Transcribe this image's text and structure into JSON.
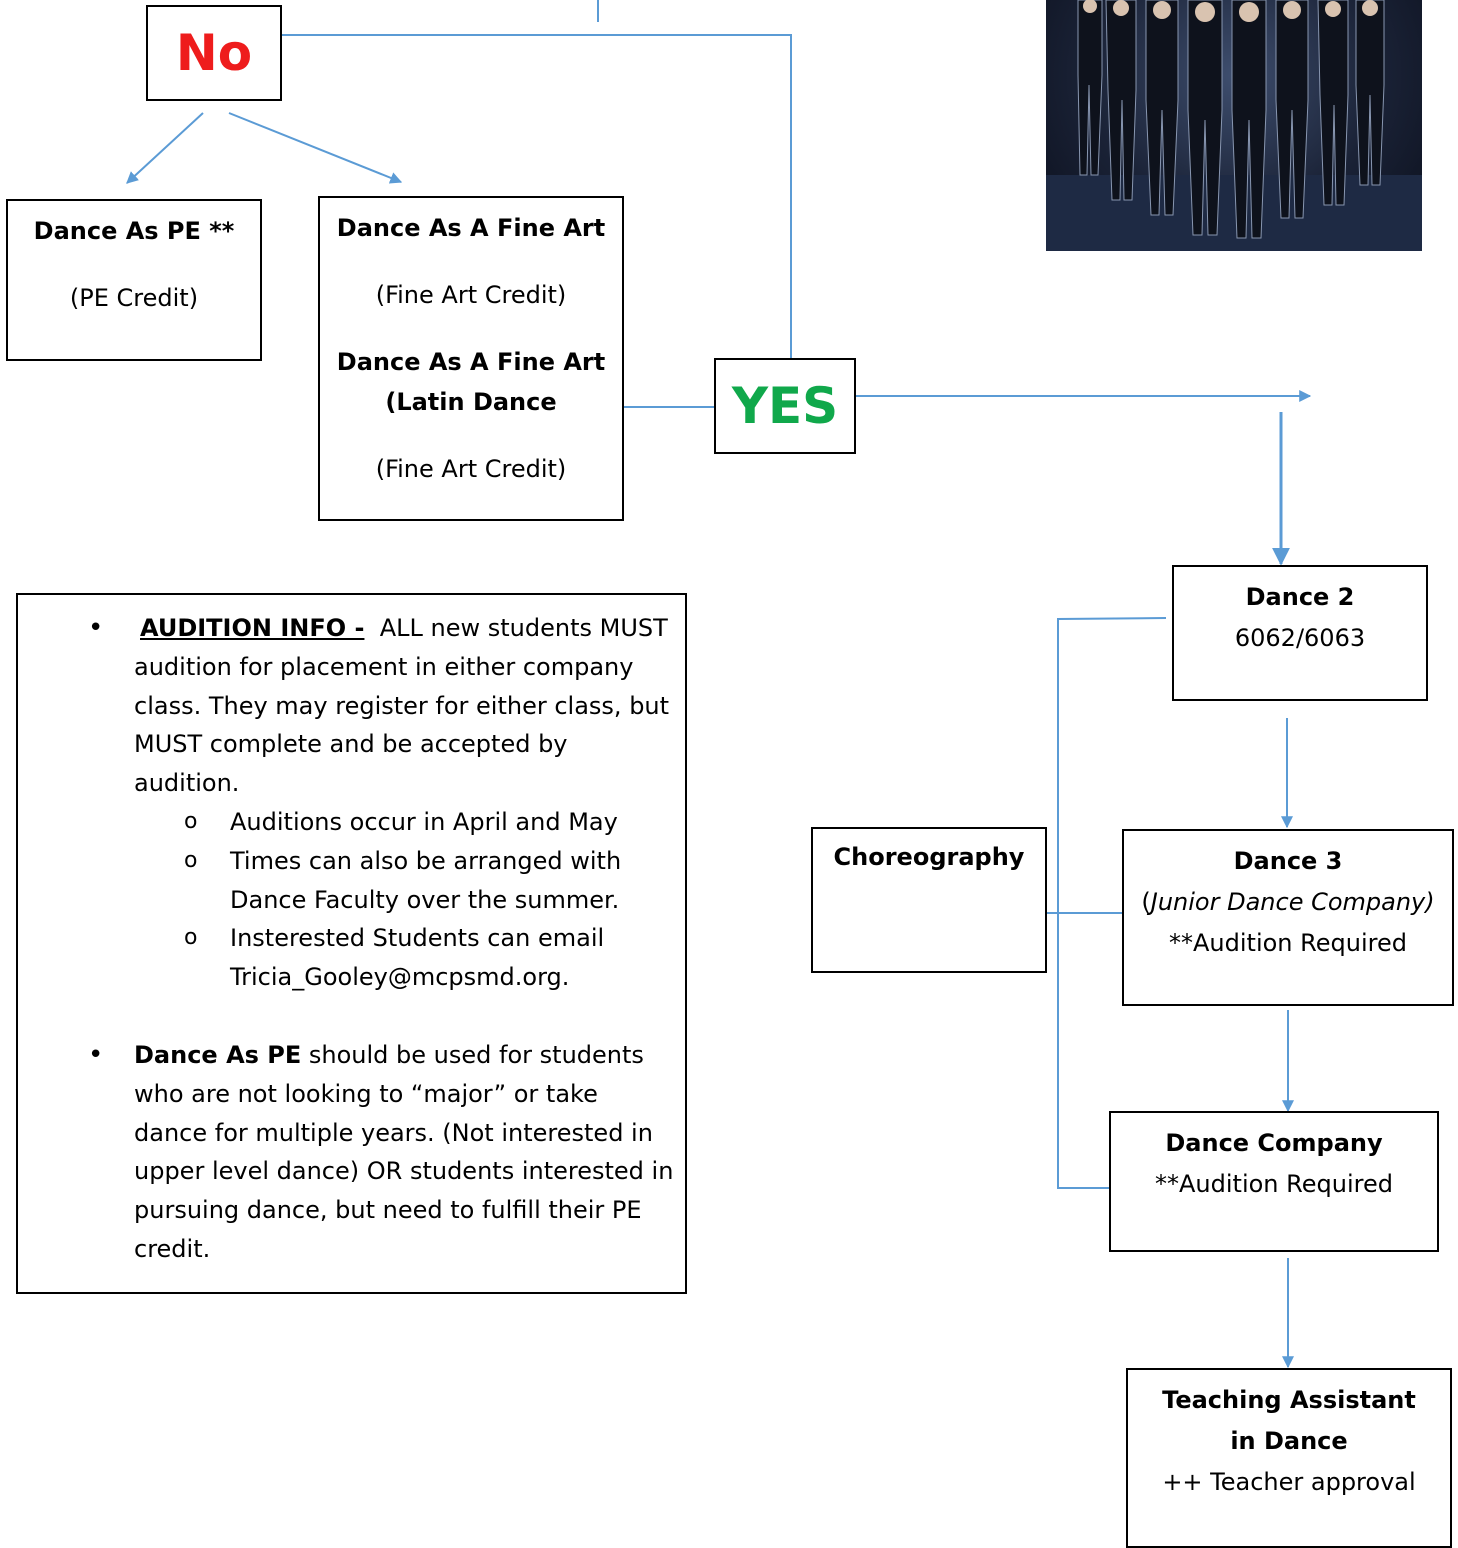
{
  "decision": {
    "no": "No",
    "yes": "YES"
  },
  "colors": {
    "no": "#ee1c1c",
    "yes": "#10a84b",
    "connector": "#5b9bd5"
  },
  "courses": {
    "dance_as_pe": {
      "title": "Dance As PE **",
      "credit": "(PE Credit)"
    },
    "fine_art": {
      "title": "Dance As A Fine Art",
      "credit": "(Fine Art Credit)",
      "latin_title_1": "Dance As A Fine Art",
      "latin_title_2": "(Latin Dance",
      "latin_credit": "(Fine Art Credit)"
    },
    "dance2": {
      "title": "Dance 2",
      "code": "6062/6063"
    },
    "choreography": {
      "title": "Choreography"
    },
    "dance3": {
      "title": "Dance 3",
      "subtitle_paren_open": "(",
      "subtitle": "Junior Dance Company)",
      "note": "**Audition Required"
    },
    "company": {
      "title": "Dance Company",
      "note": "**Audition Required"
    },
    "ta": {
      "title_1": "Teaching Assistant",
      "title_2": "in Dance",
      "note": "++ Teacher approval"
    }
  },
  "photo": {
    "subject": "dance-company-photo"
  },
  "info": {
    "audition_heading": "AUDITION INFO -",
    "audition_text": "ALL new students MUST audition for placement in either company class. They may register for either class, but MUST complete and be accepted by audition.",
    "sub_items": [
      "Auditions occur in April and  May",
      "Times can also be arranged with Dance Faculty over the summer.",
      "Insterested Students can email Tricia_Gooley@mcpsmd.org."
    ],
    "pe_bold": "Dance As PE",
    "pe_text": "should be used for students who are not looking to “major” or take dance for multiple years. (Not interested in upper level dance) OR students interested in pursuing dance, but need to fulfill their PE credit."
  }
}
